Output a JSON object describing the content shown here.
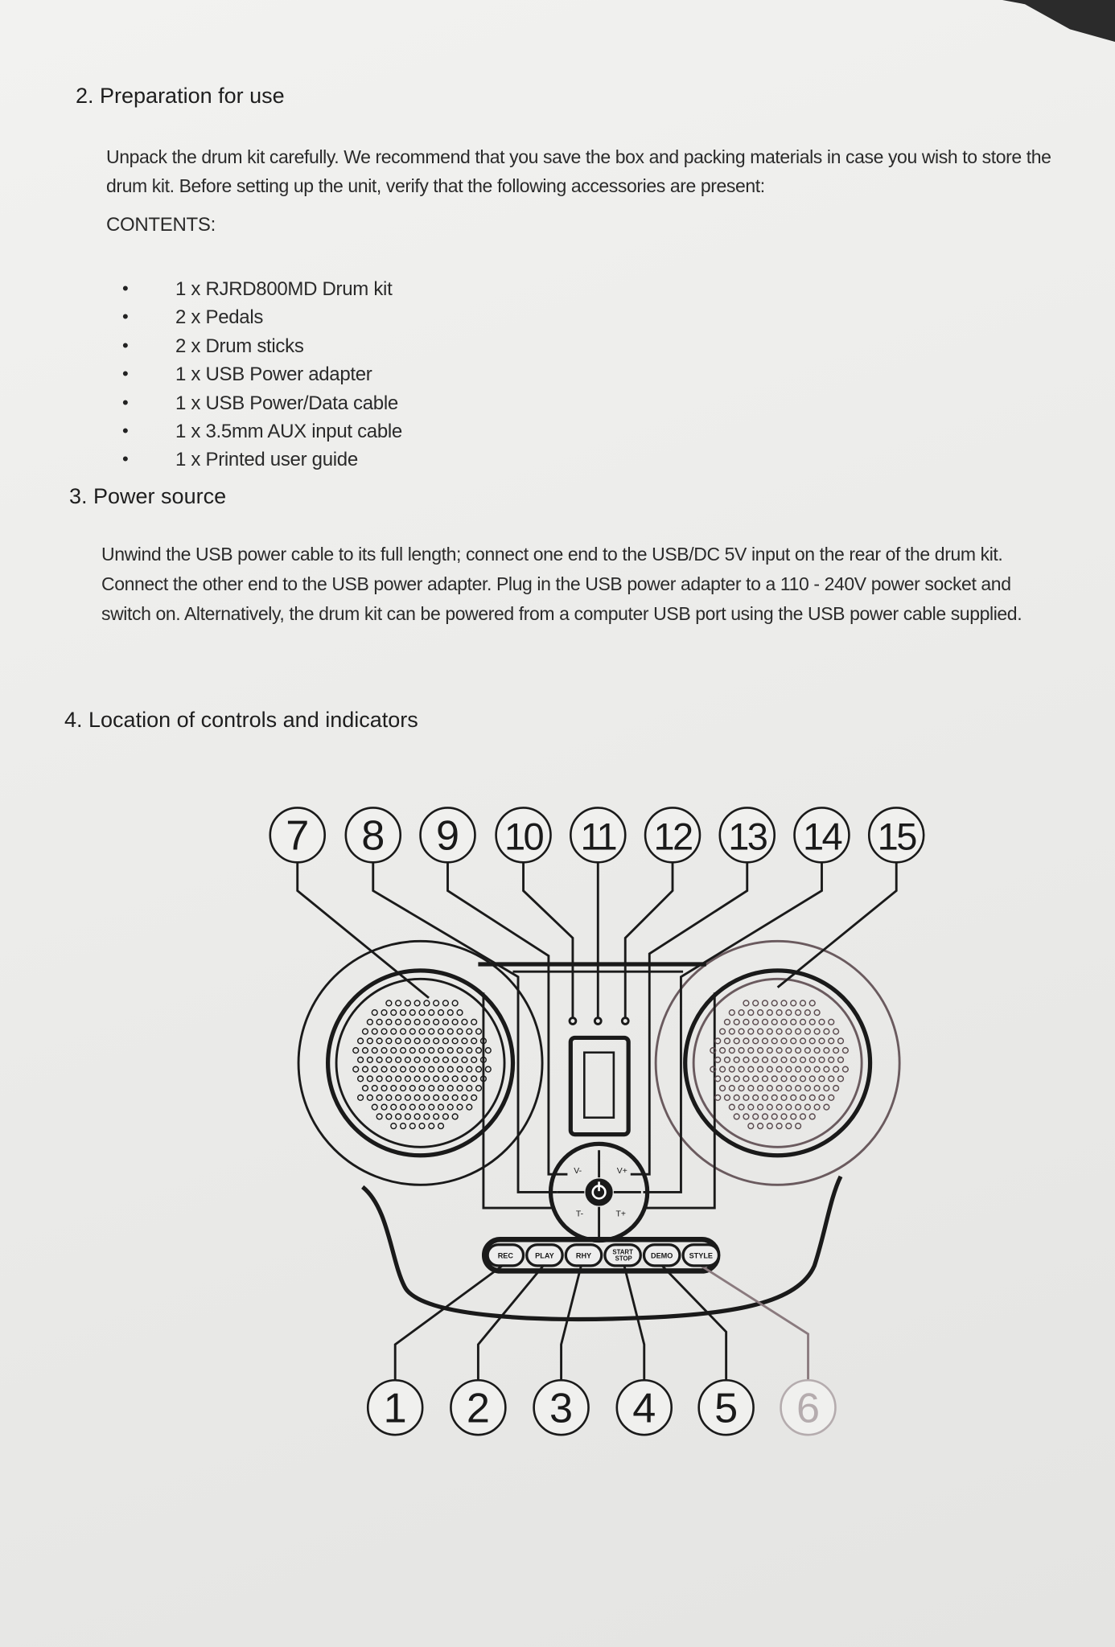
{
  "sections": {
    "preparation": {
      "heading": "2. Preparation for use",
      "paragraph_lines": [
        "Unpack the drum kit carefully. We recommend that you save the box and packing materials in case you wish to store the",
        "drum kit. Before setting up the unit, verify that the following accessories are present:"
      ],
      "contents_label": "CONTENTS:",
      "bullet": "•",
      "contents": [
        "1 x RJRD800MD Drum kit",
        "2 x Pedals",
        "2 x Drum sticks",
        "1 x USB Power adapter",
        "1 x USB Power/Data cable",
        "1 x 3.5mm AUX input cable",
        "1 x Printed user guide"
      ]
    },
    "power": {
      "heading": "3. Power source",
      "paragraph_lines": [
        "Unwind the USB power cable to its full length; connect one end to the USB/DC 5V input on the rear of the drum kit.",
        "Connect the other end to the USB power adapter. Plug in the USB power adapter to a 110 - 240V power socket and",
        "switch on. Alternatively, the drum kit can be powered from a computer USB port using the USB power cable supplied."
      ]
    },
    "controls": {
      "heading": "4. Location of controls and indicators",
      "top_callouts": [
        "7",
        "8",
        "9",
        "10",
        "11",
        "12",
        "13",
        "14",
        "15"
      ],
      "bottom_callouts": [
        "1",
        "2",
        "3",
        "4",
        "5",
        "6"
      ],
      "pad_labels": {
        "v_minus": "V-",
        "v_plus": "V+",
        "t_minus": "T-",
        "t_plus": "T+"
      },
      "buttons": [
        "REC",
        "PLAY",
        "RHY",
        "START STOP",
        "DEMO",
        "STYLE"
      ]
    }
  }
}
